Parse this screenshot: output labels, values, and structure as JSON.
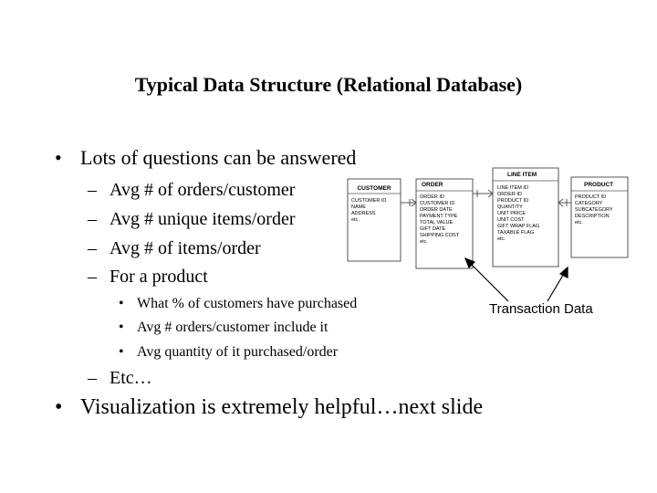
{
  "slide": {
    "title": "Typical Data Structure (Relational Database)",
    "bullet_main": "Lots of questions can be answered",
    "sub_items": [
      "Avg # of orders/customer",
      "Avg # unique items/order",
      "Avg # of items/order",
      "For a product"
    ],
    "product_items": [
      "What % of customers have purchased",
      "Avg # orders/customer include it",
      "Avg quantity of it purchased/order"
    ],
    "etc": "Etc…",
    "bullet_last": "Visualization is extremely helpful…next slide"
  },
  "diagram": {
    "caption": "Transaction Data",
    "customer": {
      "name": "CUSTOMER",
      "fields": [
        "CUSTOMER ID",
        "NAME",
        "ADDRESS",
        "etc."
      ]
    },
    "order": {
      "name": "ORDER",
      "fields": [
        "ORDER ID",
        "CUSTOMER ID",
        "ORDER DATE",
        "PAYMENT TYPE",
        "TOTAL VALUE",
        "GIFT DATE",
        "SHIPPING COST",
        "etc."
      ]
    },
    "line_item": {
      "name": "LINE ITEM",
      "fields": [
        "LINE ITEM ID",
        "ORDER ID",
        "PRODUCT ID",
        "QUANTITY",
        "UNIT PRICE",
        "UNIT COST",
        "GIFT WRAP FLAG",
        "TAXABLE FLAG",
        "etc."
      ]
    },
    "product": {
      "name": "PRODUCT",
      "fields": [
        "PRODUCT ID",
        "CATEGORY",
        "SUBCATEGORY",
        "DESCRIPTION",
        "etc."
      ]
    }
  }
}
